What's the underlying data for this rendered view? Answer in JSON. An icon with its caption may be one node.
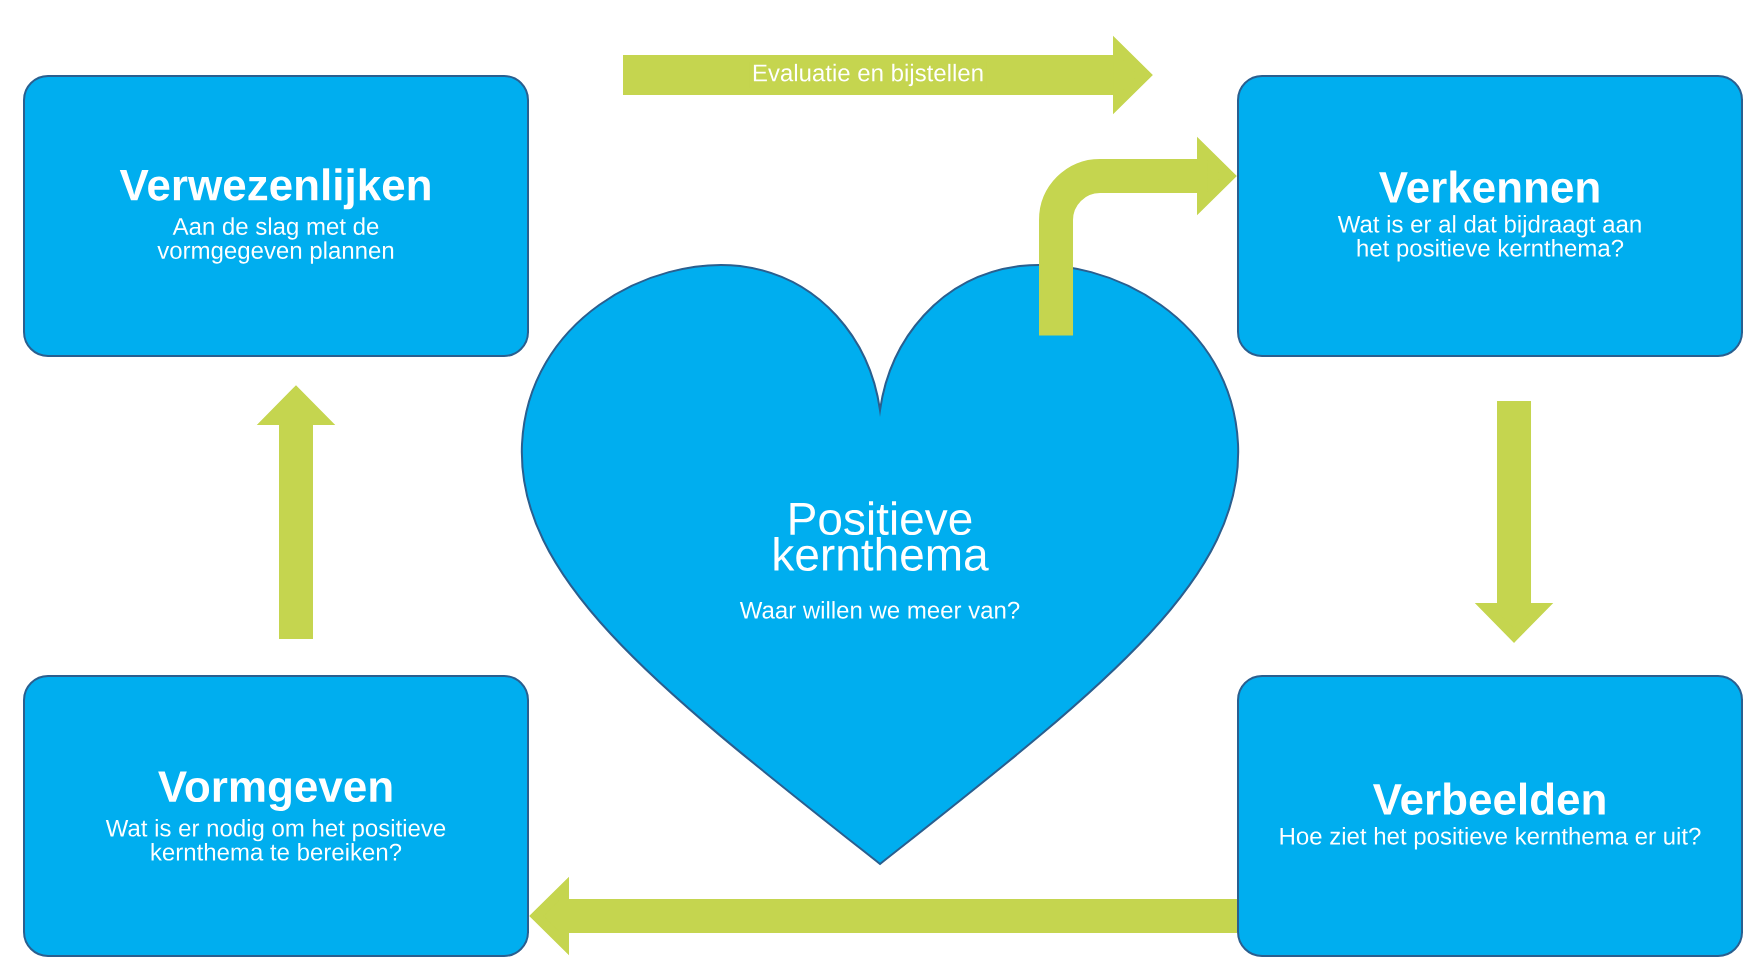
{
  "diagram": {
    "nodes": [
      {
        "text": [
          "Positieve kernthema",
          "Waar willen we meer van?"
        ]
      },
      {
        "text": [
          "Verwezenlijken",
          "Aan de slag met de vormgegeven plannen"
        ]
      },
      {
        "text": [
          "Verkennen",
          "Wat is er al dat bijdraagt aan het positieve kernthema?"
        ]
      },
      {
        "text": [
          "Verbeelden",
          "Hoe ziet het positieve kernthema er uit?"
        ]
      },
      {
        "text": [
          "Vormgeven",
          "Wat is er nodig om het positieve kernthema te bereiken?"
        ]
      }
    ],
    "edges": [
      {
        "from": 0,
        "to": 2,
        "arrow": "to"
      },
      {
        "from": 2,
        "to": 3,
        "arrow": "to"
      },
      {
        "from": 3,
        "to": 4,
        "arrow": "to"
      },
      {
        "from": 4,
        "to": 1,
        "arrow": "to"
      },
      {
        "from": 1,
        "to": 2,
        "arrow": "to",
        "label": "Evaluatie en bijstellen"
      }
    ]
  }
}
